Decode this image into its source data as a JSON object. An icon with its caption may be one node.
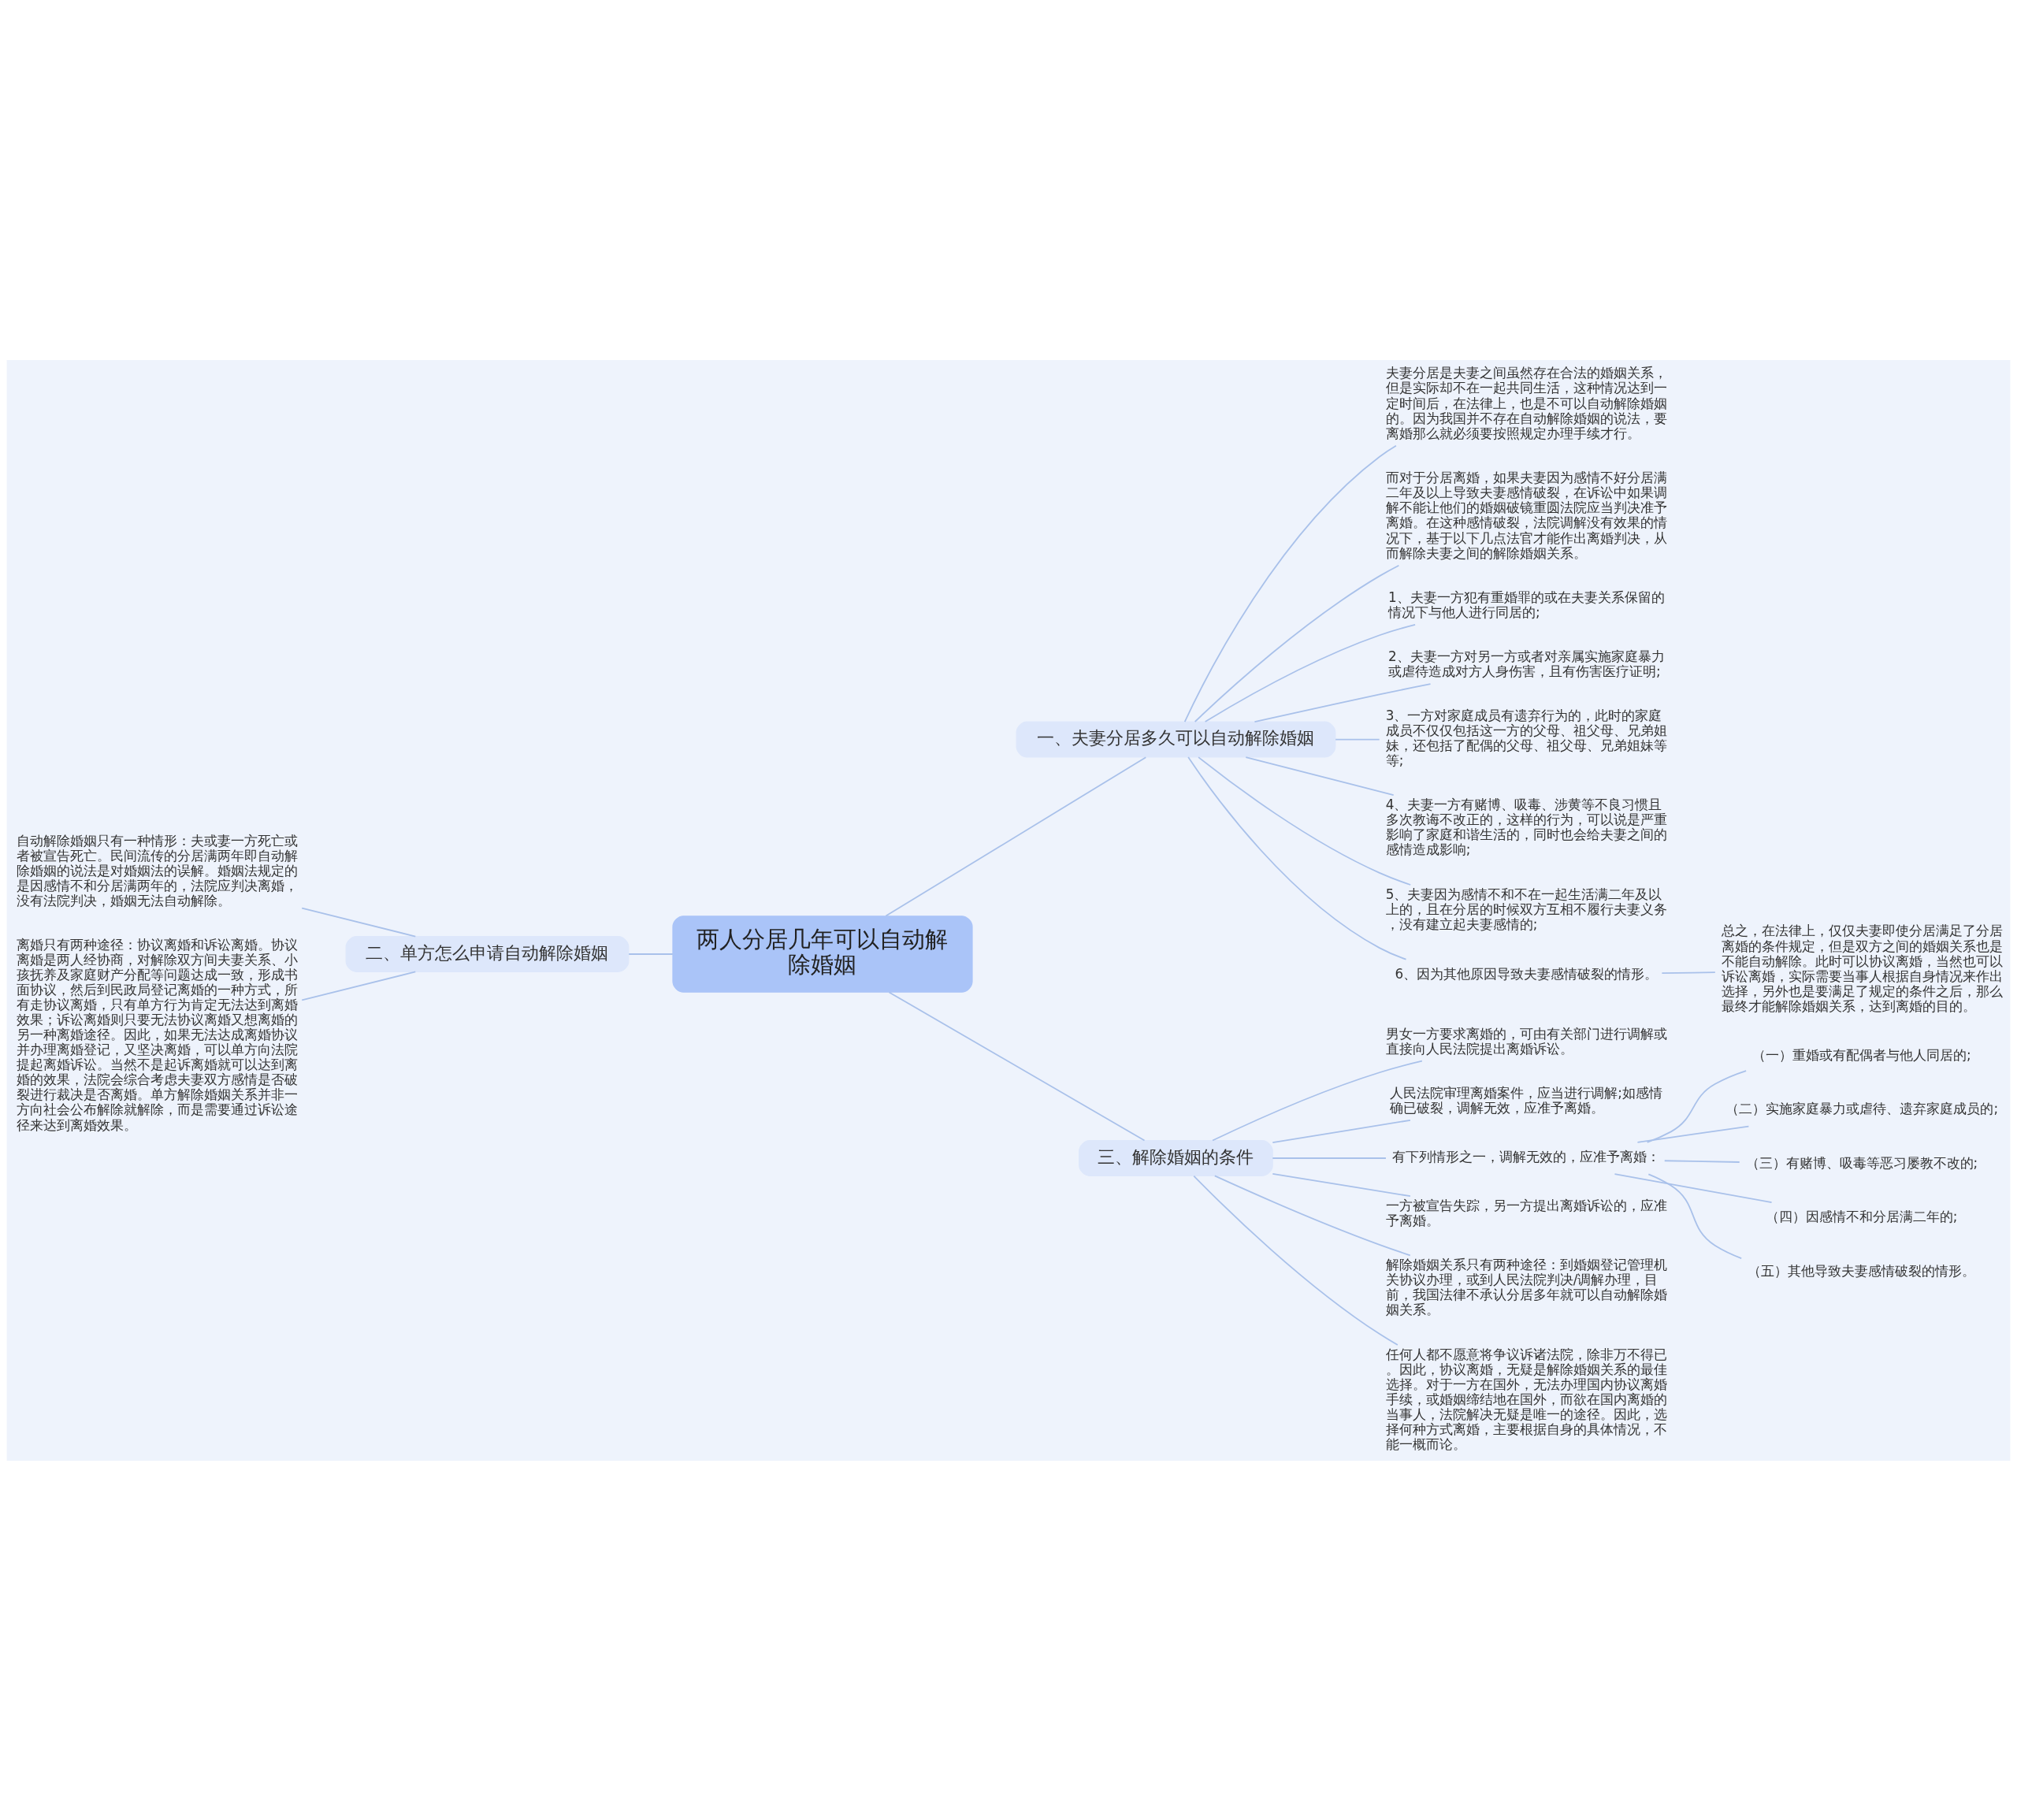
{
  "diagram": {
    "nodes": [
      {
        "text": [
          "两人分居几年可以自动解除婚姻"
        ]
      },
      {
        "text": [
          "一、夫妻分居多久可以自动解除婚姻"
        ]
      },
      {
        "text": [
          "夫妻分居是夫妻之间虽然存在合法的婚姻关系，但是实际却不在一起共同生活，这种情况达到一定时间后，在法律上，也是不可以自动解除婚姻的。因为我国并不存在自动解除婚姻的说法，要离婚那么就必须要按照规定办理手续才行。"
        ]
      },
      {
        "text": [
          "而对于分居离婚，如果夫妻因为感情不好分居满二年及以上导致夫妻感情破裂，在诉讼中如果调解不能让他们的婚姻破镜重圆法院应当判决准予离婚。在这种感情破裂，法院调解没有效果的情况下，基于以下几点法官才能作出离婚判决，从而解除夫妻之间的解除婚姻关系。"
        ]
      },
      {
        "text": [
          "1、夫妻一方犯有重婚罪的或在夫妻关系保留的情况下与他人进行同居的;"
        ]
      },
      {
        "text": [
          "2、夫妻一方对另一方或者对亲属实施家庭暴力或虐待造成对方人身伤害，且有伤害医疗证明;"
        ]
      },
      {
        "text": [
          "3、一方对家庭成员有遗弃行为的，此时的家庭成员不仅仅包括这一方的父母、祖父母、兄弟姐妹，还包括了配偶的父母、祖父母、兄弟姐妹等等;"
        ]
      },
      {
        "text": [
          "4、夫妻一方有赌博、吸毒、涉黄等不良习惯且多次教诲不改正的，这样的行为，可以说是严重影响了家庭和谐生活的，同时也会给夫妻之间的感情造成影响;"
        ]
      },
      {
        "text": [
          "5、夫妻因为感情不和不在一起生活满二年及以上的，且在分居的时候双方互相不履行夫妻义务，没有建立起夫妻感情的;"
        ]
      },
      {
        "text": [
          "6、因为其他原因导致夫妻感情破裂的情形。"
        ]
      },
      {
        "text": [
          "总之，在法律上，仅仅夫妻即使分居满足了分居离婚的条件规定，但是双方之间的婚姻关系也是不能自动解除。此时可以协议离婚，当然也可以诉讼离婚，实际需要当事人根据自身情况来作出选择，另外也是要满足了规定的条件之后，那么最终才能解除婚姻关系，达到离婚的目的。"
        ]
      },
      {
        "text": [
          "二、单方怎么申请自动解除婚姻"
        ]
      },
      {
        "text": [
          "自动解除婚姻只有一种情形：夫或妻一方死亡或者被宣告死亡。民间流传的分居满两年即自动解除婚姻的说法是对婚姻法的误解。婚姻法规定的是因感情不和分居满两年的，法院应判决离婚，没有法院判决，婚姻无法自动解除。"
        ]
      },
      {
        "text": [
          "离婚只有两种途径：协议离婚和诉讼离婚。协议离婚是两人经协商，对解除双方间夫妻关系、小孩抚养及家庭财产分配等问题达成一致，形成书面协议，然后到民政局登记离婚的一种方式，所有走协议离婚，只有单方行为肯定无法达到离婚效果；诉讼离婚则只要无法协议离婚又想离婚的另一种离婚途径。因此，如果无法达成离婚协议并办理离婚登记，又坚决离婚，可以单方向法院提起离婚诉讼。当然不是起诉离婚就可以达到离婚的效果，法院会综合考虑夫妻双方感情是否破裂进行裁决是否离婚。单方解除婚姻关系并非一方向社会公布解除就解除，而是需要通过诉讼途径来达到离婚效果。"
        ]
      },
      {
        "text": [
          "三、解除婚姻的条件"
        ]
      },
      {
        "text": [
          "男女一方要求离婚的，可由有关部门进行调解或直接向人民法院提出离婚诉讼。"
        ]
      },
      {
        "text": [
          "人民法院审理离婚案件，应当进行调解;如感情确已破裂，调解无效，应准予离婚。"
        ]
      },
      {
        "text": [
          "有下列情形之一，调解无效的，应准予离婚："
        ]
      },
      {
        "text": [
          "（一）重婚或有配偶者与他人同居的;"
        ]
      },
      {
        "text": [
          "（二）实施家庭暴力或虐待、遗弃家庭成员的;"
        ]
      },
      {
        "text": [
          "（三）有赌博、吸毒等恶习屡教不改的;"
        ]
      },
      {
        "text": [
          "（四）因感情不和分居满二年的;"
        ]
      },
      {
        "text": [
          "（五）其他导致夫妻感情破裂的情形。"
        ]
      },
      {
        "text": [
          "一方被宣告失踪，另一方提出离婚诉讼的，应准予离婚。"
        ]
      },
      {
        "text": [
          "解除婚姻关系只有两种途径：到婚姻登记管理机关协议办理，或到人民法院判决/调解办理，目前，我国法律不承认分居多年就可以自动解除婚姻关系。"
        ]
      },
      {
        "text": [
          "任何人都不愿意将争议诉诸法院，除非万不得已。因此，协议离婚，无疑是解除婚姻关系的最佳选择。对于一方在国外，无法办理国内协议离婚手续，或婚姻缔结地在国外，而欲在国内离婚的当事人，法院解决无疑是唯一的途径。因此，选择何种方式离婚，主要根据自身的具体情况，不能一概而论。"
        ]
      }
    ],
    "edges": [
      {
        "from": 0,
        "to": 1,
        "arrow": "none"
      },
      {
        "from": 1,
        "to": 2,
        "arrow": "none"
      },
      {
        "from": 1,
        "to": 3,
        "arrow": "none"
      },
      {
        "from": 1,
        "to": 4,
        "arrow": "none"
      },
      {
        "from": 1,
        "to": 5,
        "arrow": "none"
      },
      {
        "from": 1,
        "to": 6,
        "arrow": "none"
      },
      {
        "from": 1,
        "to": 7,
        "arrow": "none"
      },
      {
        "from": 1,
        "to": 8,
        "arrow": "none"
      },
      {
        "from": 1,
        "to": 9,
        "arrow": "none"
      },
      {
        "from": 9,
        "to": 10,
        "arrow": "none"
      },
      {
        "from": 0,
        "to": 11,
        "arrow": "none"
      },
      {
        "from": 11,
        "to": 12,
        "arrow": "none"
      },
      {
        "from": 11,
        "to": 13,
        "arrow": "none"
      },
      {
        "from": 0,
        "to": 14,
        "arrow": "none"
      },
      {
        "from": 14,
        "to": 15,
        "arrow": "none"
      },
      {
        "from": 14,
        "to": 16,
        "arrow": "none"
      },
      {
        "from": 14,
        "to": 17,
        "arrow": "none"
      },
      {
        "from": 17,
        "to": 18,
        "arrow": "none"
      },
      {
        "from": 17,
        "to": 19,
        "arrow": "none"
      },
      {
        "from": 17,
        "to": 20,
        "arrow": "none"
      },
      {
        "from": 17,
        "to": 21,
        "arrow": "none"
      },
      {
        "from": 17,
        "to": 22,
        "arrow": "none"
      },
      {
        "from": 14,
        "to": 23,
        "arrow": "none"
      },
      {
        "from": 14,
        "to": 24,
        "arrow": "none"
      },
      {
        "from": 14,
        "to": 25,
        "arrow": "none"
      }
    ]
  }
}
